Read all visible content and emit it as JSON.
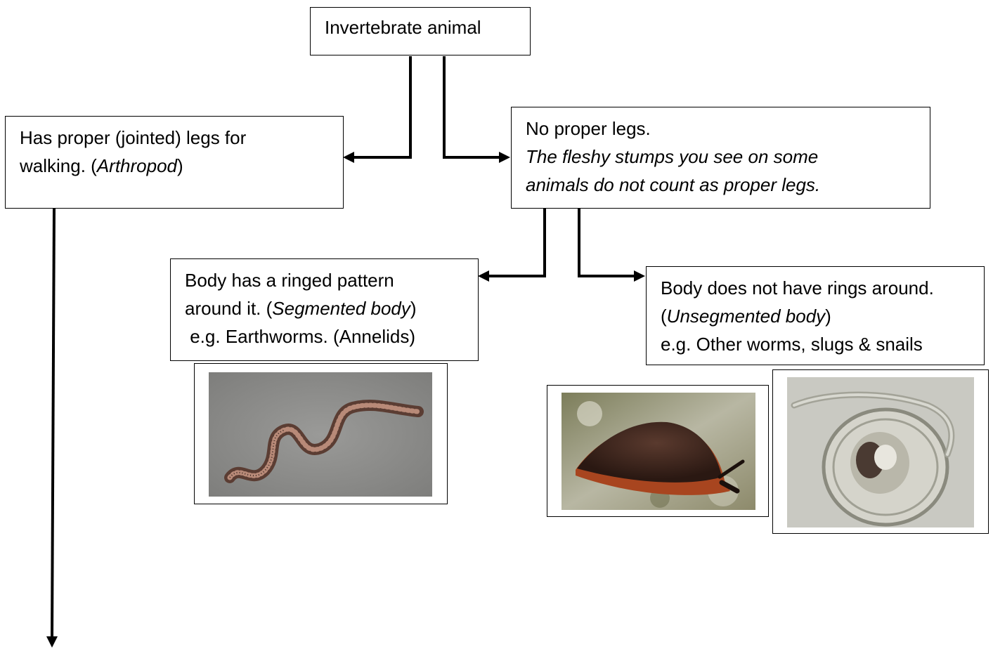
{
  "root": {
    "text": "Invertebrate animal"
  },
  "legs": {
    "line1": "Has proper (jointed) legs for",
    "line2_prefix": "walking. (",
    "line2_italic": "Arthropod",
    "line2_suffix": ")"
  },
  "no_legs": {
    "line1": "No proper legs.",
    "line2": "The fleshy stumps you see on some",
    "line3": "animals do not count as proper legs."
  },
  "segmented": {
    "line1": "Body has a ringed pattern",
    "line2_prefix": "around it. (",
    "line2_italic": "Segmented body",
    "line2_suffix": ")",
    "line3": " e.g. Earthworms. (Annelids)"
  },
  "unsegmented": {
    "line1": "Body does not have rings around.",
    "line2_prefix": "(",
    "line2_italic": "Unsegmented body",
    "line2_suffix": ")",
    "line3": "e.g. Other worms, slugs & snails"
  },
  "images": {
    "earthworm": "earthworm-photo",
    "slug": "slug-photo",
    "nematode": "nematode-photo"
  },
  "colors": {
    "line": "#000000",
    "background": "#ffffff"
  }
}
